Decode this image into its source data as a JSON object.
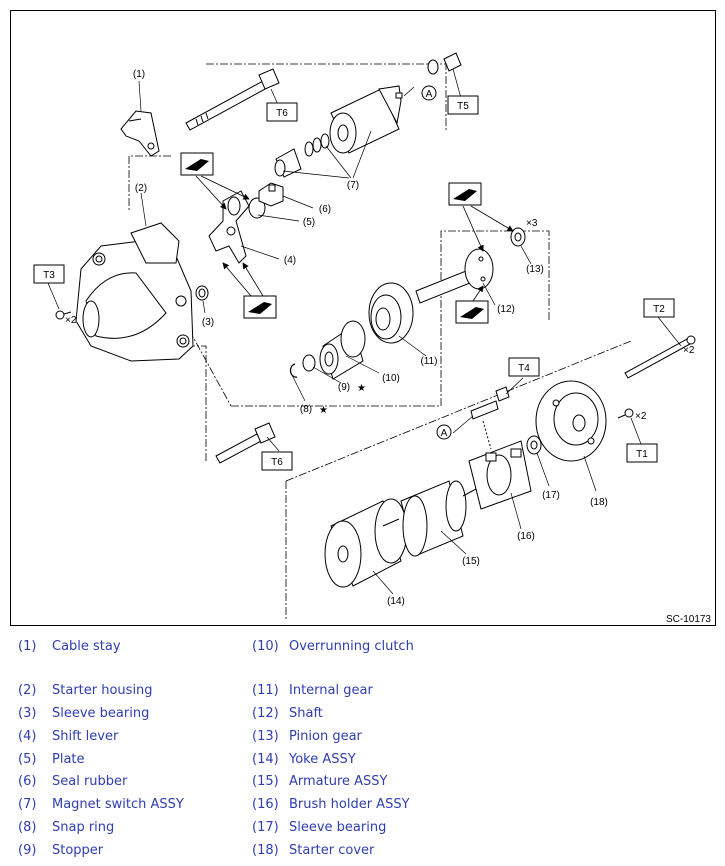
{
  "diagram": {
    "code": "SC-10173",
    "torque_tags": [
      "T1",
      "T2",
      "T3",
      "T4",
      "T5",
      "T6",
      "T6"
    ],
    "callouts": [
      "(1)",
      "(2)",
      "(3)",
      "(4)",
      "(5)",
      "(6)",
      "(7)",
      "(8)",
      "(9)",
      "(10)",
      "(11)",
      "(12)",
      "(13)",
      "(14)",
      "(15)",
      "(16)",
      "(17)",
      "(18)"
    ],
    "multipliers": [
      "×2",
      "×2",
      "×2",
      "×3"
    ],
    "marker": "A",
    "star": "★"
  },
  "legend": {
    "left": [
      {
        "num": "(1)",
        "name": "Cable stay"
      },
      {
        "num": "(2)",
        "name": "Starter housing"
      },
      {
        "num": "(3)",
        "name": "Sleeve bearing"
      },
      {
        "num": "(4)",
        "name": "Shift lever"
      },
      {
        "num": "(5)",
        "name": "Plate"
      },
      {
        "num": "(6)",
        "name": "Seal rubber"
      },
      {
        "num": "(7)",
        "name": "Magnet switch ASSY"
      },
      {
        "num": "(8)",
        "name": "Snap ring"
      },
      {
        "num": "(9)",
        "name": "Stopper"
      }
    ],
    "right": [
      {
        "num": "(10)",
        "name": "Overrunning clutch"
      },
      {
        "num": "(11)",
        "name": "Internal gear"
      },
      {
        "num": "(12)",
        "name": "Shaft"
      },
      {
        "num": "(13)",
        "name": "Pinion gear"
      },
      {
        "num": "(14)",
        "name": "Yoke ASSY"
      },
      {
        "num": "(15)",
        "name": "Armature ASSY"
      },
      {
        "num": "(16)",
        "name": "Brush holder ASSY"
      },
      {
        "num": "(17)",
        "name": "Sleeve bearing"
      },
      {
        "num": "(18)",
        "name": "Starter cover"
      }
    ]
  }
}
